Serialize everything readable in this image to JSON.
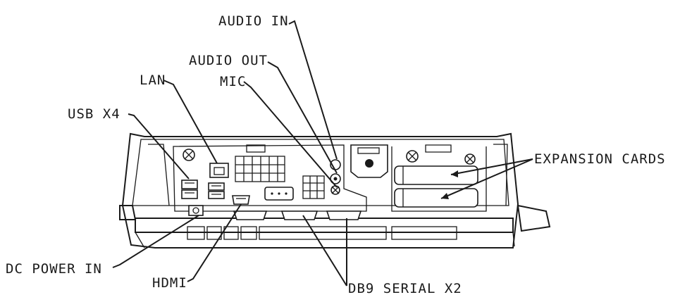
{
  "labels": {
    "audio_in": "AUDIO IN",
    "audio_out": "AUDIO OUT",
    "lan": "LAN",
    "mic": "MIC",
    "usb": "USB X4",
    "expansion": "EXPANSION CARDS",
    "dc_power": "DC POWER IN",
    "hdmi": "HDMI",
    "serial": "DB9 SERIAL X2"
  },
  "colors": {
    "ink": "#1a1a1a",
    "background": "#ffffff"
  }
}
